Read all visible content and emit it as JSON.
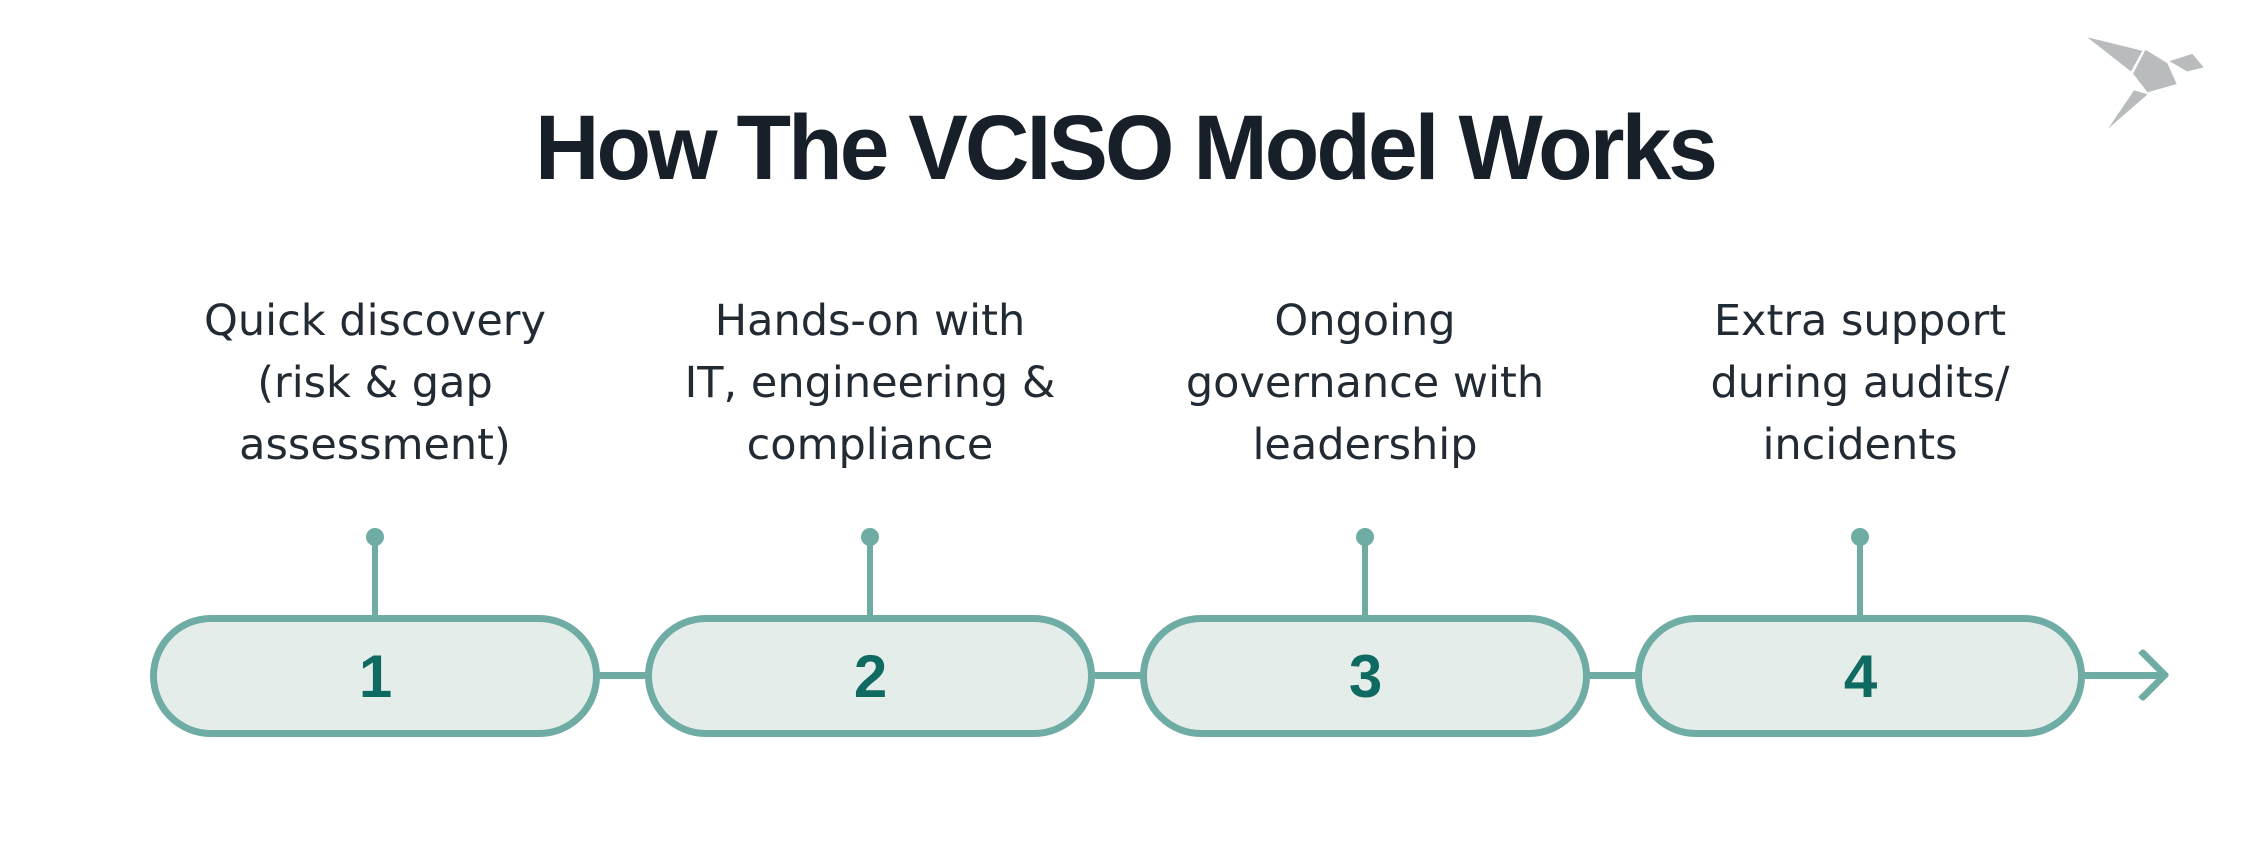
{
  "header": {
    "title": "How The VCISO Model Works"
  },
  "logo": {
    "icon": "origami-bird-icon",
    "color": "#b9bcbd"
  },
  "timeline": {
    "direction": "left-to-right",
    "end_icon": "arrow-right-icon"
  },
  "steps": [
    {
      "number": "1",
      "label": "Quick discovery (risk & gap assessment)",
      "label_lines": [
        "Quick discovery",
        "(risk & gap",
        "assessment)"
      ]
    },
    {
      "number": "2",
      "label": "Hands-on with IT, engineering & compliance",
      "label_lines": [
        "Hands-on with",
        "IT, engineering &",
        "compliance"
      ]
    },
    {
      "number": "3",
      "label": "Ongoing governance with leadership",
      "label_lines": [
        "Ongoing",
        "governance with",
        "leadership"
      ]
    },
    {
      "number": "4",
      "label": "Extra support during audits/ incidents",
      "label_lines": [
        "Extra support",
        "during audits/",
        "incidents"
      ]
    }
  ],
  "colors": {
    "background": "#ffffff",
    "teal_accent": "#6eaca4",
    "teal_dark_number": "#0f6a61",
    "pill_fill": "#e5edeb",
    "title_text": "#171f29",
    "label_text": "#222b33",
    "logo_gray": "#b9bcbd"
  }
}
